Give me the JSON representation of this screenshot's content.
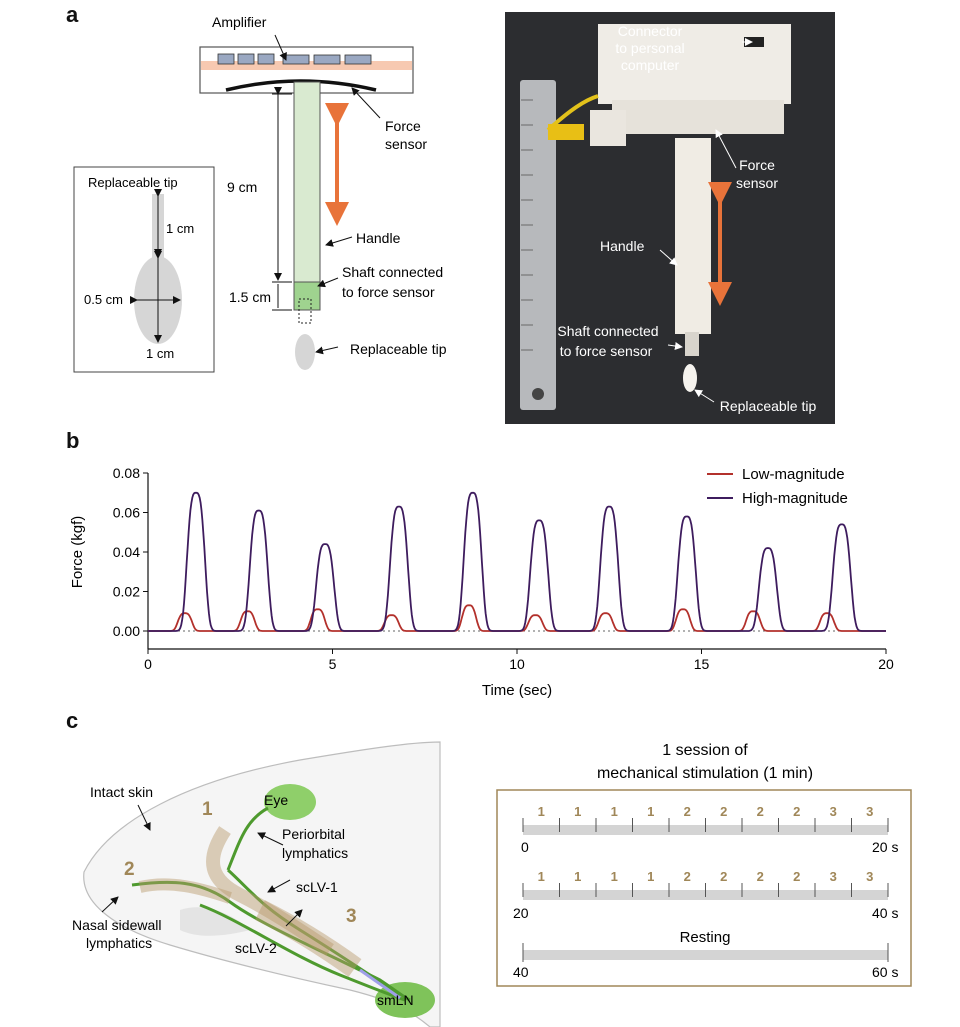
{
  "panel_labels": {
    "a": "a",
    "b": "b",
    "c": "c"
  },
  "panel_a": {
    "schematic": {
      "amplifier": "Amplifier",
      "force_sensor_l1": "Force",
      "force_sensor_l2": "sensor",
      "handle": "Handle",
      "shaft_l1": "Shaft connected",
      "shaft_l2": "to force sensor",
      "tip": "Replaceable tip",
      "handle_length": "9 cm",
      "shaft_length": "1.5 cm"
    },
    "tip_inset": {
      "title": "Replaceable tip",
      "length": "1 cm",
      "width": "0.5 cm",
      "bulb_length": "1 cm"
    },
    "photo": {
      "connector_l1": "Connector",
      "connector_l2": "to personal",
      "connector_l3": "computer",
      "force_sensor_l1": "Force",
      "force_sensor_l2": "sensor",
      "handle": "Handle",
      "shaft_l1": "Shaft connected",
      "shaft_l2": "to force sensor",
      "tip": "Replaceable tip"
    },
    "colors": {
      "arrow": "#e8733a",
      "handle_fill": "#d9ead0",
      "shaft_fill": "#9fd38f",
      "amp_band": "#f7c9b1"
    }
  },
  "chart_data": {
    "type": "line",
    "title": "",
    "xlabel": "Time (sec)",
    "ylabel": "Force (kgf)",
    "xlim": [
      0,
      20
    ],
    "ylim": [
      0,
      0.08
    ],
    "xticks": [
      0,
      5,
      10,
      15,
      20
    ],
    "yticks": [
      "0.00",
      "0.02",
      "0.04",
      "0.06",
      "0.08"
    ],
    "legend_position": "top-right",
    "series": [
      {
        "name": "Low-magnitude",
        "color": "#b3312c",
        "peaks": [
          [
            1.0,
            0.009
          ],
          [
            2.7,
            0.01
          ],
          [
            4.6,
            0.011
          ],
          [
            6.6,
            0.008
          ],
          [
            8.7,
            0.013
          ],
          [
            10.5,
            0.008
          ],
          [
            12.4,
            0.009
          ],
          [
            14.5,
            0.011
          ],
          [
            16.4,
            0.01
          ],
          [
            18.4,
            0.009
          ]
        ],
        "width": 0.22
      },
      {
        "name": "High-magnitude",
        "color": "#3e1c5e",
        "peaks": [
          [
            1.3,
            0.07
          ],
          [
            3.0,
            0.061
          ],
          [
            4.8,
            0.044
          ],
          [
            6.8,
            0.063
          ],
          [
            8.8,
            0.07
          ],
          [
            10.6,
            0.056
          ],
          [
            12.5,
            0.063
          ],
          [
            14.6,
            0.058
          ],
          [
            16.8,
            0.042
          ],
          [
            18.8,
            0.054
          ]
        ],
        "width": 0.28
      }
    ]
  },
  "panel_c": {
    "anatomy": {
      "intact_skin": "Intact skin",
      "eye": "Eye",
      "periorbital_l1": "Periorbital",
      "periorbital_l2": "lymphatics",
      "sclv1": "scLV-1",
      "sclv2": "scLV-2",
      "nasal_l1": "Nasal sidewall",
      "nasal_l2": "lymphatics",
      "smln": "smLN",
      "num1": "1",
      "num2": "2",
      "num3": "3"
    },
    "session": {
      "title_l1": "1 session of",
      "title_l2": "mechanical stimulation (1 min)",
      "row1": {
        "start": "0",
        "end": "20 s",
        "marks": [
          "1",
          "1",
          "1",
          "1",
          "2",
          "2",
          "2",
          "2",
          "3",
          "3"
        ]
      },
      "row2": {
        "start": "20",
        "end": "40 s",
        "marks": [
          "1",
          "1",
          "1",
          "1",
          "2",
          "2",
          "2",
          "2",
          "3",
          "3"
        ]
      },
      "row3": {
        "start": "40",
        "end": "60 s",
        "label": "Resting"
      }
    }
  }
}
